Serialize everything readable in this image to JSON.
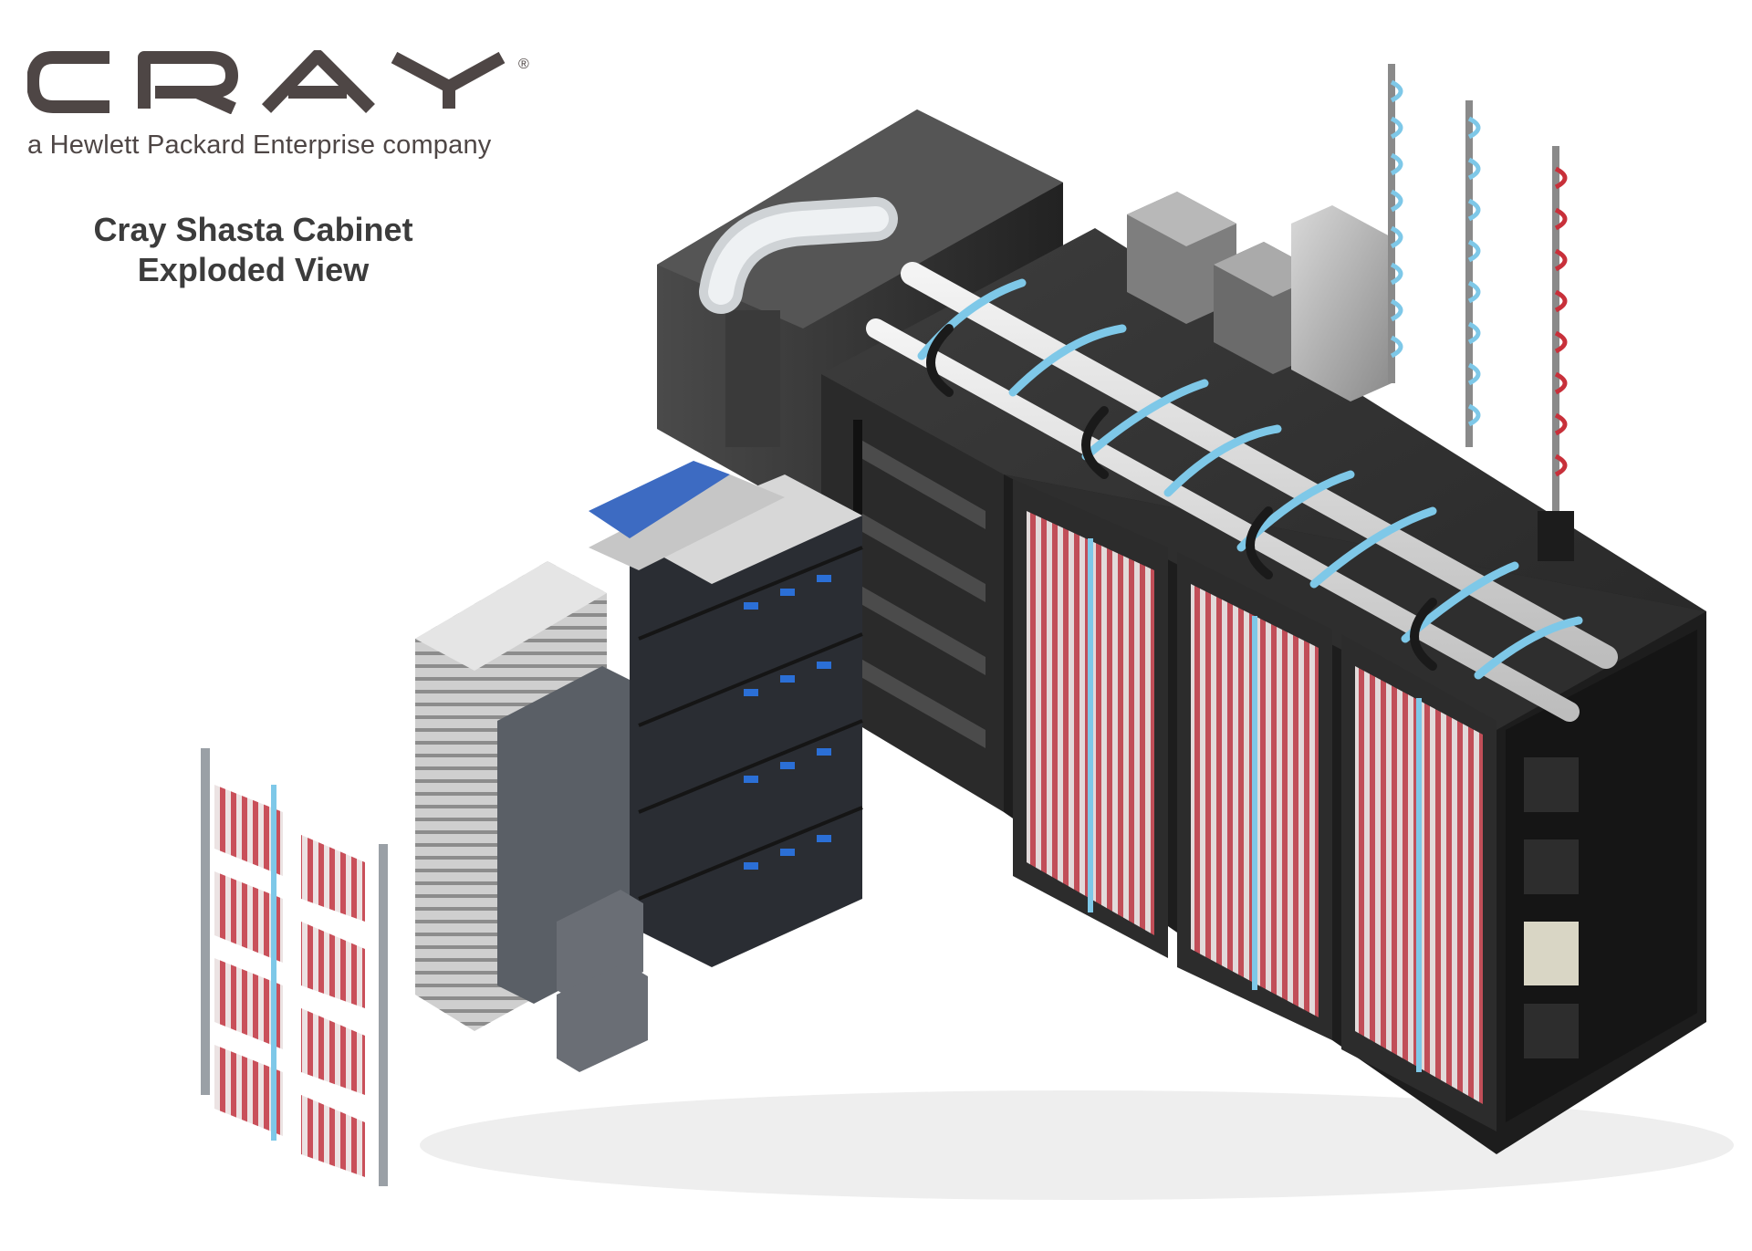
{
  "brand": {
    "logo_text": "CRAY",
    "registered_mark": "®",
    "tagline": "a Hewlett Packard Enterprise company",
    "logo_color": "#4e4645",
    "accent_color": "#c8102e"
  },
  "caption": {
    "line1": "Cray Shasta Cabinet",
    "line2": "Exploded View"
  },
  "illustration": {
    "subject": "cabinet-exploded-view",
    "colors": {
      "cabinet": "#2b2b2b",
      "coolant_blue": "#7ec8e8",
      "cable_red": "#c9505a",
      "chassis_gray": "#9a9a9a",
      "led_blue": "#2b6fd6"
    }
  }
}
